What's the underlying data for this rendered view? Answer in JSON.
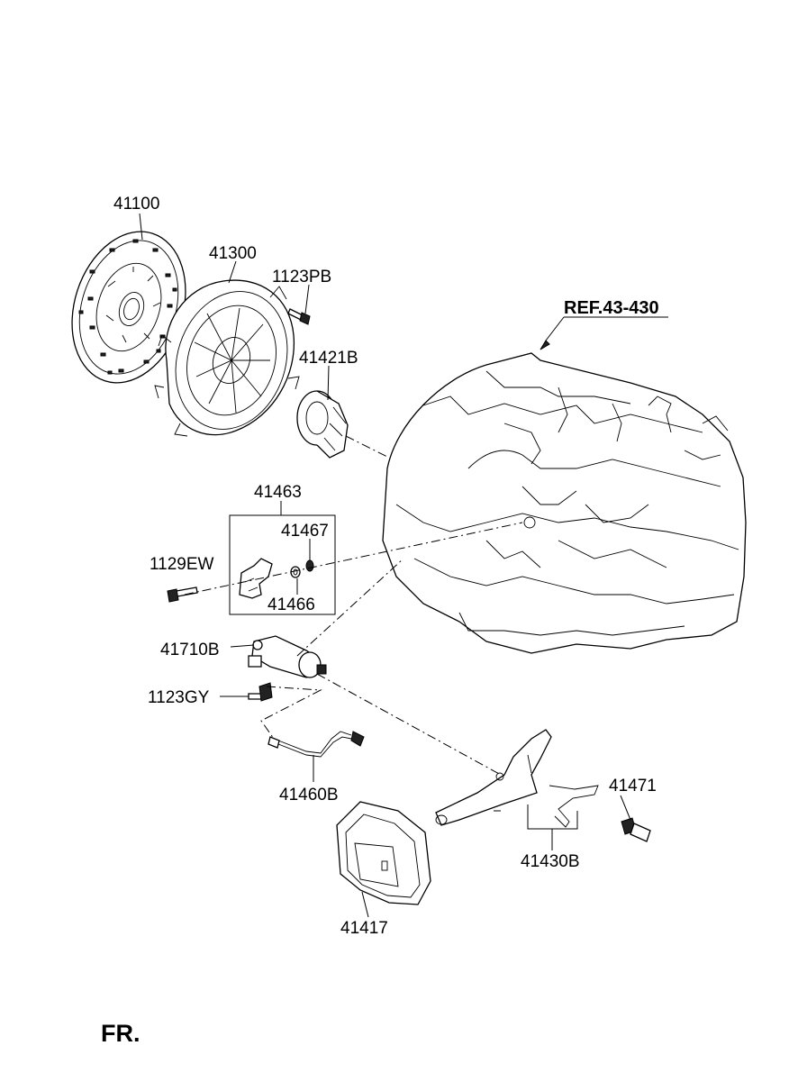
{
  "labels": {
    "p41100": "41100",
    "p41300": "41300",
    "p1123PB": "1123PB",
    "pRef": "REF.43-430",
    "p41421B": "41421B",
    "p41463": "41463",
    "p41467": "41467",
    "p1129EW": "1129EW",
    "p41466": "41466",
    "p41710B": "41710B",
    "p1123GY": "1123GY",
    "p41460B": "41460B",
    "p41471": "41471",
    "p41430B": "41430B",
    "p41417": "41417",
    "fr": "FR."
  }
}
